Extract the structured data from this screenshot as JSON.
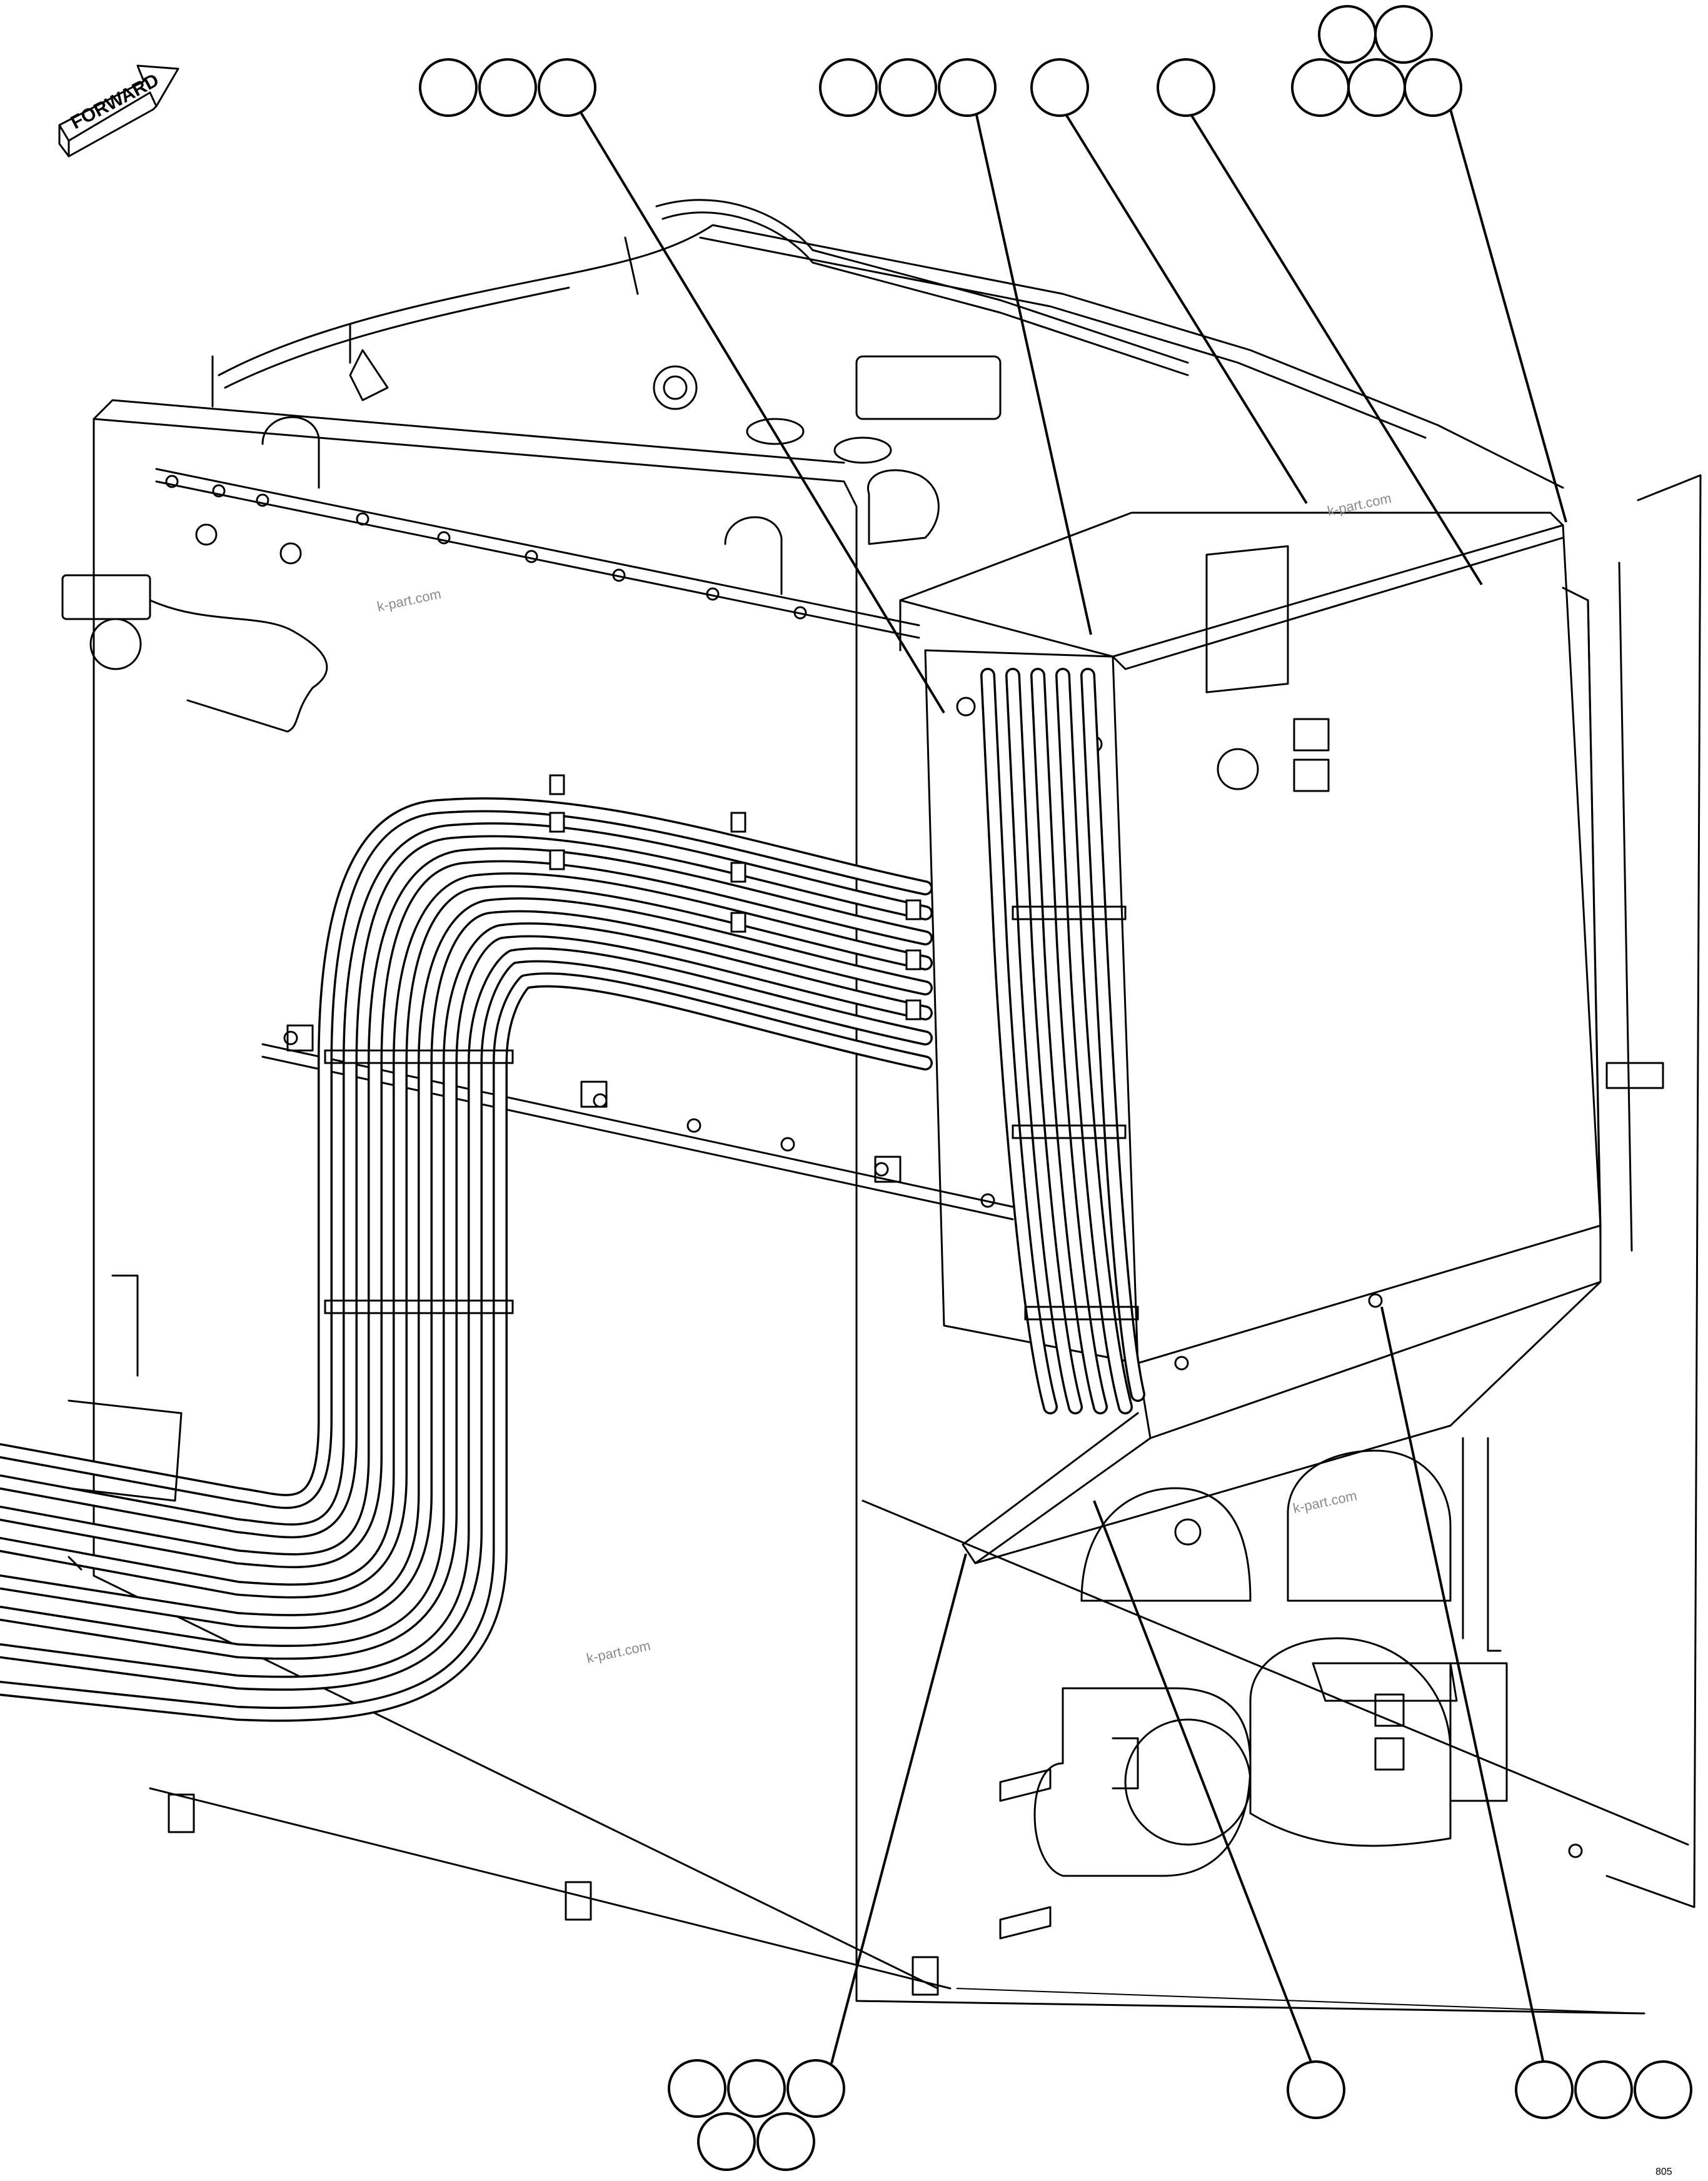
{
  "labels": {
    "direction": "FORWARD",
    "watermark": "k-part.com",
    "figure_code": "805"
  },
  "callout_groups": [
    {
      "id": "upper-left-group",
      "count": 3
    },
    {
      "id": "upper-middle-group",
      "count": 3
    },
    {
      "id": "top-cover-single",
      "count": 1
    },
    {
      "id": "side-panel-single",
      "count": 1
    },
    {
      "id": "upper-right-cluster",
      "count": 5
    },
    {
      "id": "lower-left-cluster",
      "count": 5
    },
    {
      "id": "lower-middle-single",
      "count": 1
    },
    {
      "id": "lower-right-group",
      "count": 3
    }
  ]
}
